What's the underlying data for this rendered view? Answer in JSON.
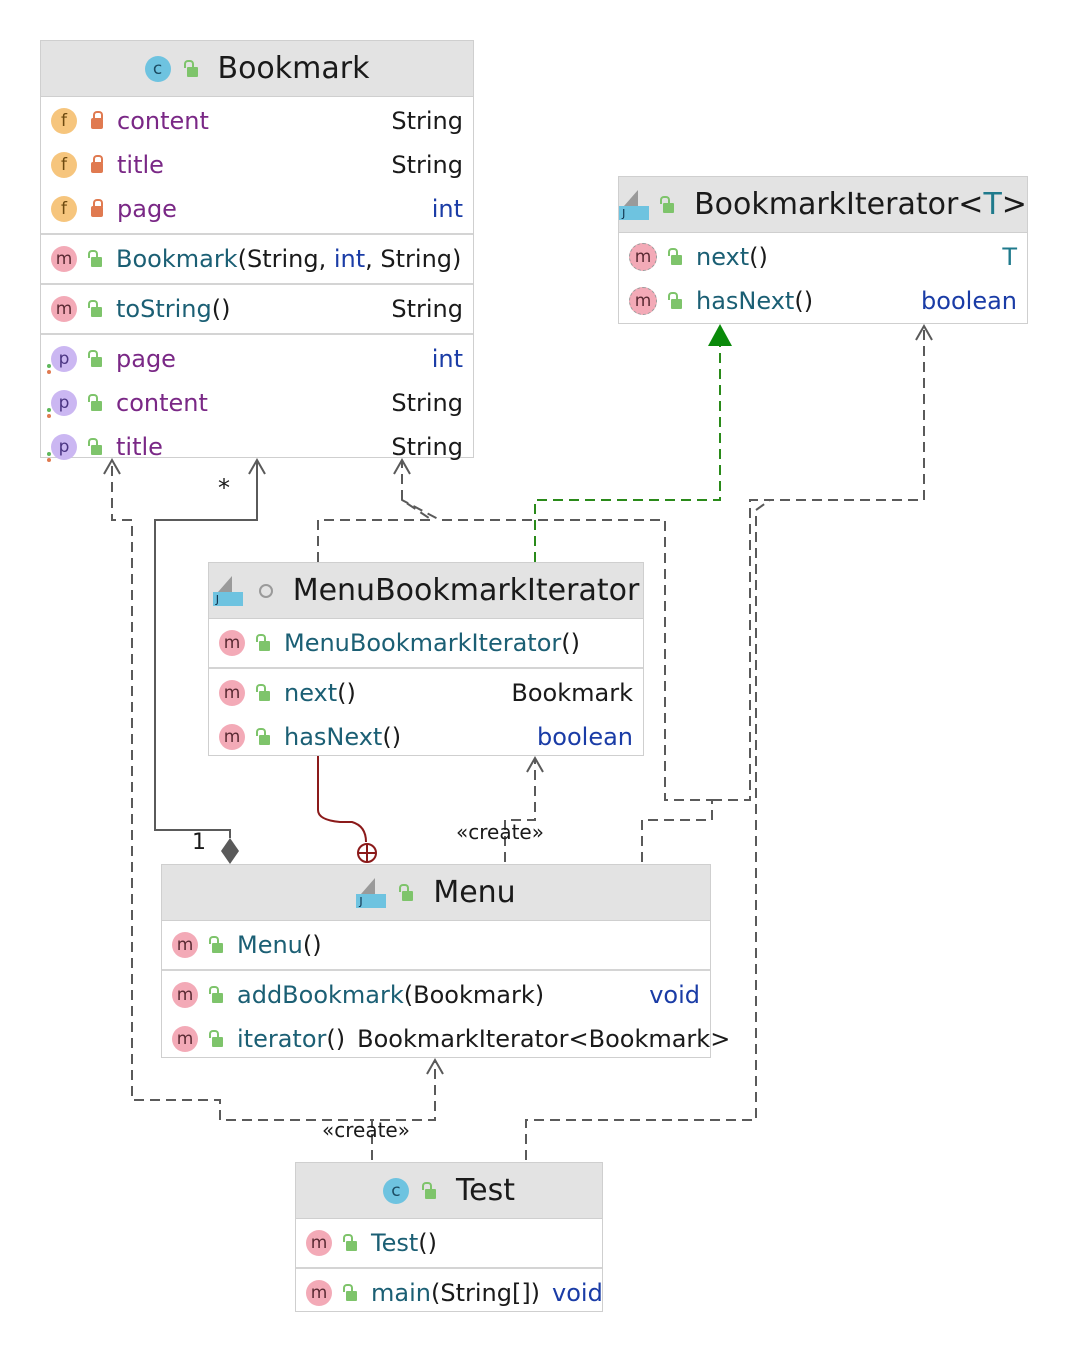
{
  "classes": {
    "bookmark": {
      "name": "Bookmark",
      "fields": [
        {
          "name": "content",
          "type": "String"
        },
        {
          "name": "title",
          "type": "String"
        },
        {
          "name": "page",
          "type": "int"
        }
      ],
      "constructor": {
        "name": "Bookmark",
        "params_open": "(String, ",
        "params_kw": "int",
        "params_close": ", String)"
      },
      "methods": [
        {
          "name": "toString",
          "params": "()",
          "type": "String"
        }
      ],
      "properties": [
        {
          "name": "page",
          "type": "int"
        },
        {
          "name": "content",
          "type": "String"
        },
        {
          "name": "title",
          "type": "String"
        }
      ]
    },
    "bookmark_iterator": {
      "name": "BookmarkIterator<",
      "type_param": "T",
      "name_close": ">",
      "methods": [
        {
          "name": "next",
          "params": "()",
          "type": "T"
        },
        {
          "name": "hasNext",
          "params": "()",
          "type": "boolean"
        }
      ]
    },
    "menu_bookmark_iterator": {
      "name": "MenuBookmarkIterator",
      "constructor": {
        "name": "MenuBookmarkIterator",
        "params": "()"
      },
      "methods": [
        {
          "name": "next",
          "params": "()",
          "type": "Bookmark"
        },
        {
          "name": "hasNext",
          "params": "()",
          "type": "boolean"
        }
      ]
    },
    "menu": {
      "name": "Menu",
      "constructor": {
        "name": "Menu",
        "params": "()"
      },
      "methods": [
        {
          "name": "addBookmark",
          "params": "(Bookmark)",
          "type": "void"
        },
        {
          "name": "iterator",
          "params": "()",
          "type": "BookmarkIterator<Bookmark>"
        }
      ]
    },
    "test": {
      "name": "Test",
      "constructor": {
        "name": "Test",
        "params": "()"
      },
      "methods": [
        {
          "name": "main",
          "params": "(String[])",
          "type": "void"
        }
      ]
    }
  },
  "edge_labels": {
    "multiplicity_many": "*",
    "multiplicity_one": "1",
    "create_menu_iterator": "«create»",
    "create_test_menu": "«create»"
  },
  "badges": {
    "field": "f",
    "method": "m",
    "property": "p",
    "class": "c"
  },
  "colors": {
    "realization": "#2a8a1a",
    "dependency": "#5a5a5a",
    "inner_class": "#8b1a1a",
    "header_bg": "#e3e3e3"
  }
}
